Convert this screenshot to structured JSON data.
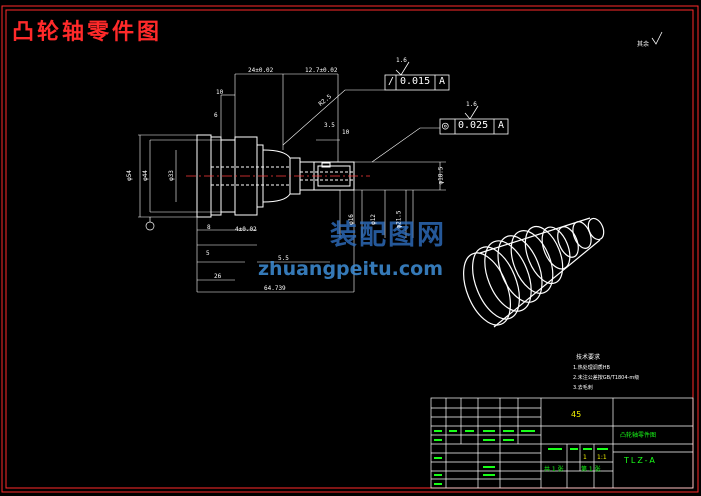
{
  "title": "凸轮轴零件图",
  "watermark": {
    "chinese": "装配图网",
    "url": "zhuangpeitu.com"
  },
  "roughness_corner": "其余",
  "dimensions": {
    "d1": "24±0.02",
    "d2": "12.7±0.02",
    "d3": "10",
    "d4": "R2.5",
    "d5": "6",
    "d6": "3.5",
    "d7": "10",
    "d8": "φ54",
    "d9": "φ44",
    "d10": "φ33",
    "d11": "φ16",
    "d12": "φ12",
    "d13": "φ21.5",
    "d14": "φ18.5",
    "d15": "8",
    "d16": "4±0.02",
    "d17": "5",
    "d18": "5.5",
    "d19": "26",
    "d20": "64.739",
    "d21": "1.6",
    "d22": "1.6"
  },
  "gtol1": {
    "symbol": "/",
    "value": "0.015",
    "datum": "A"
  },
  "gtol2": {
    "symbol": "◎",
    "value": "0.025",
    "datum": "A"
  },
  "tech_req": {
    "heading": "技术要求",
    "line1": "1.热处理调质HB",
    "line2": "2.未注公差按GB/T1804-m级",
    "line3": "3.去毛刺"
  },
  "title_block": {
    "material": "45",
    "name": "凸轮轴零件图",
    "code": "TLZ-A",
    "scale": "1:1",
    "qty": "1",
    "sheet1": "共 1 张",
    "sheet2": "第 1 张"
  },
  "colors": {
    "frame": "#ff2a2a",
    "lines": "#ffffff",
    "center": "#ff3b3b",
    "dim": "#ffffff",
    "tb_green": "#19ff19",
    "tb_yellow": "#f5f500"
  }
}
